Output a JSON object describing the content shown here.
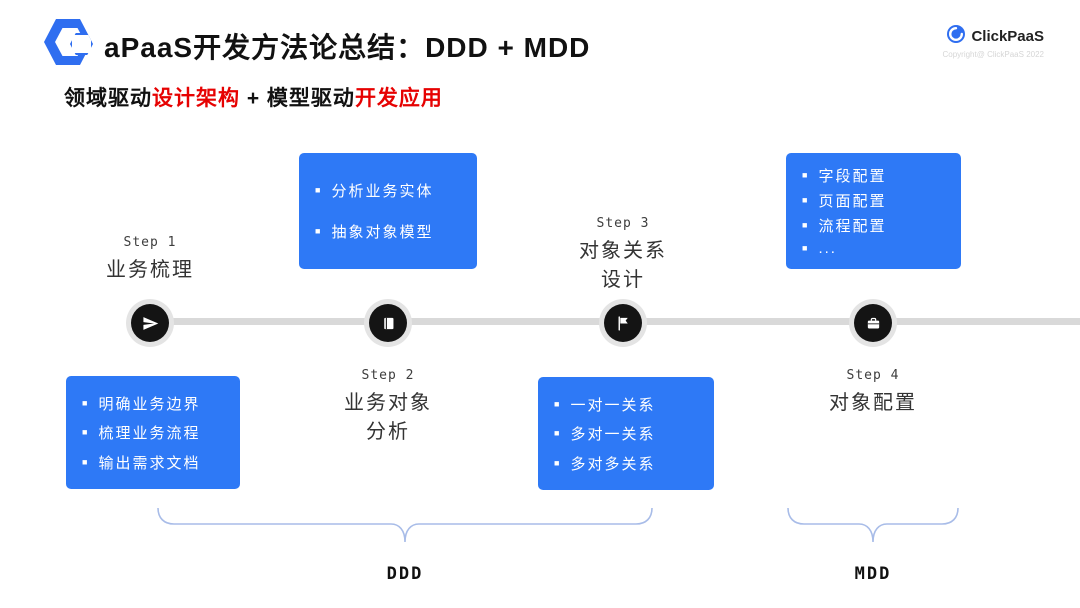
{
  "header": {
    "title": "aPaaS开发方法论总结：DDD + MDD",
    "logo_text": "ClickPaaS",
    "copyright": "Copyright@ ClickPaaS 2022"
  },
  "subtitle": {
    "seg1": "领域驱动",
    "seg2": "设计架构",
    "seg3": " + 模型驱动",
    "seg4": "开发应用"
  },
  "bullet": "■",
  "steps": [
    {
      "step": "Step 1",
      "title_line1": "业务梳理",
      "title_line2": "",
      "icon": "paper-plane-icon"
    },
    {
      "step": "Step 2",
      "title_line1": "业务对象",
      "title_line2": "分析",
      "icon": "book-icon"
    },
    {
      "step": "Step 3",
      "title_line1": "对象关系",
      "title_line2": "设计",
      "icon": "flag-icon"
    },
    {
      "step": "Step 4",
      "title_line1": "对象配置",
      "title_line2": "",
      "icon": "briefcase-icon"
    }
  ],
  "callouts": [
    {
      "items": [
        "明确业务边界",
        "梳理业务流程",
        "输出需求文档"
      ]
    },
    {
      "items": [
        "分析业务实体",
        "抽象对象模型"
      ]
    },
    {
      "items": [
        "一对一关系",
        "多对一关系",
        "多对多关系"
      ]
    },
    {
      "items": [
        "字段配置",
        "页面配置",
        "流程配置",
        "..."
      ]
    }
  ],
  "groups": [
    {
      "label": "DDD"
    },
    {
      "label": "MDD"
    }
  ],
  "colors": {
    "accent_blue": "#2e79f6",
    "brand_blue": "#2f6ef0",
    "highlight_red": "#e60202",
    "timeline_gray": "#d9d9d9",
    "node_dark": "#141414",
    "brace_blue": "#a8bce8"
  }
}
